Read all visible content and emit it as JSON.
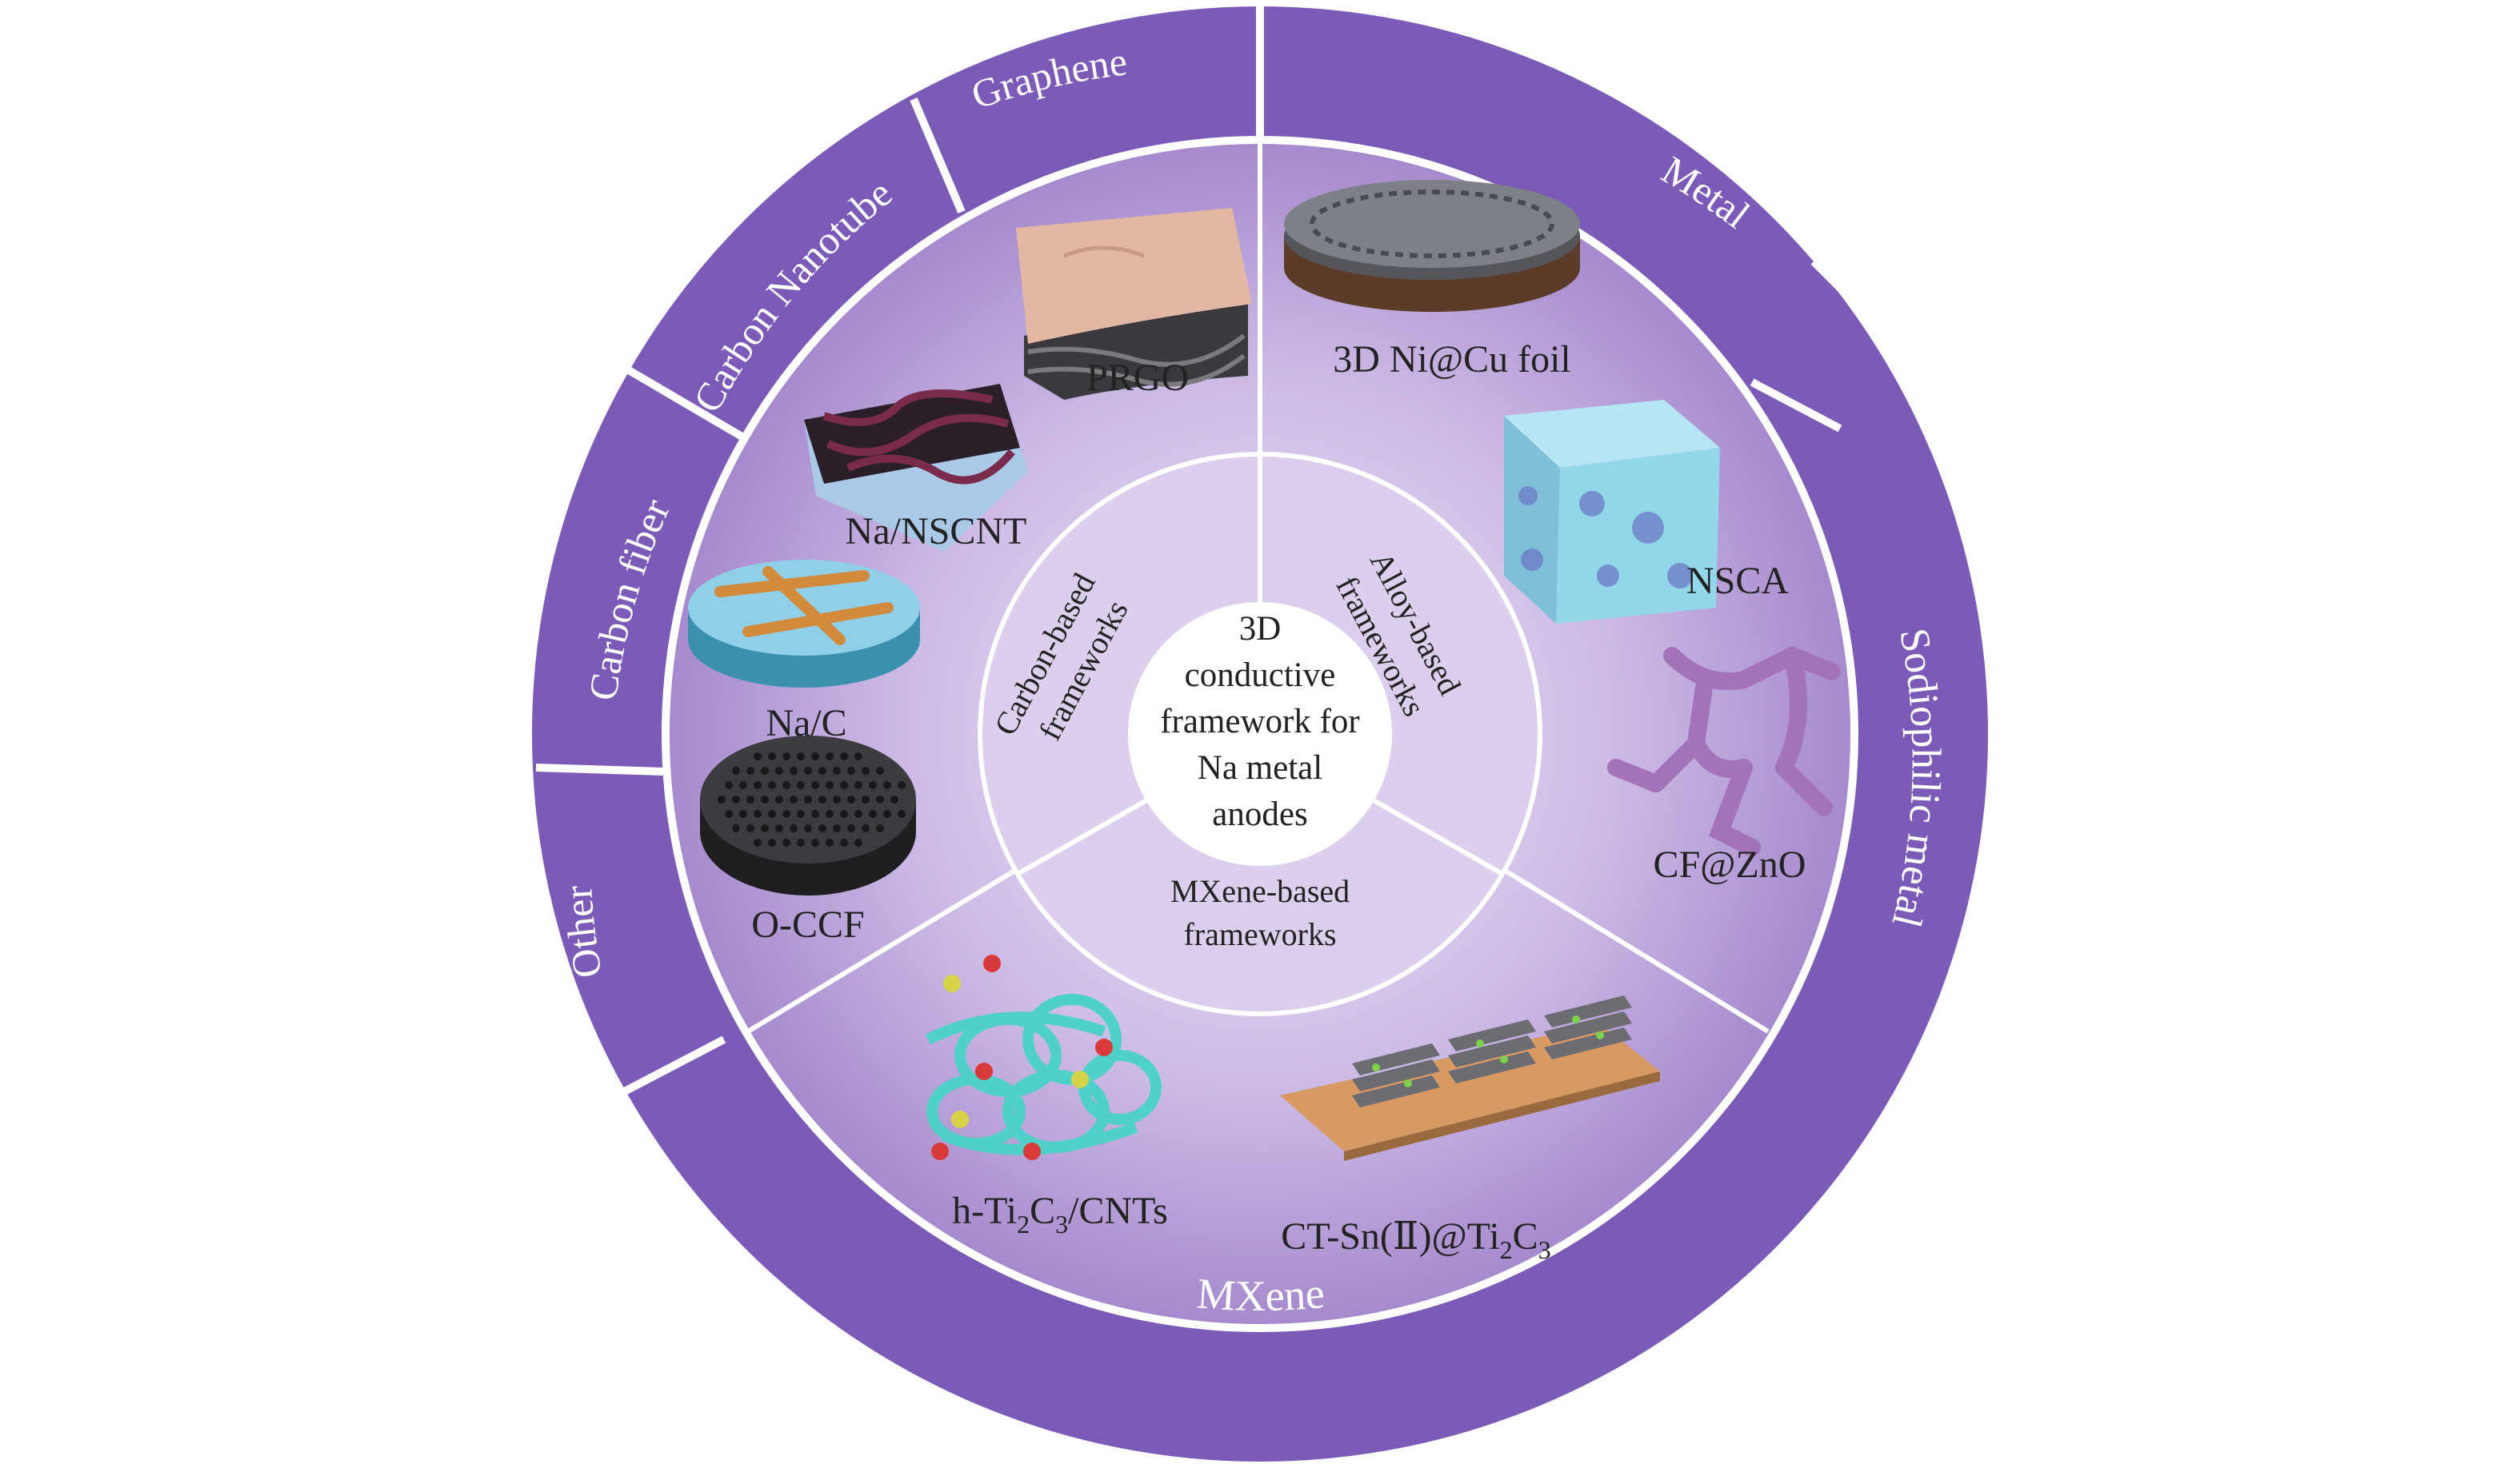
{
  "center": {
    "lines": [
      "3D",
      "conductive",
      "framework for",
      "Na metal",
      "anodes"
    ]
  },
  "inner_ring": {
    "carbon": [
      "Carbon-based",
      "frameworks"
    ],
    "alloy": [
      "Alloy-based",
      "frameworks"
    ],
    "mxene": [
      "MXene-based",
      "frameworks"
    ]
  },
  "outer_ring": {
    "graphene": "Graphene",
    "carbon_nanotube": "Carbon Nanotube",
    "carbon_fiber": "Carbon fiber",
    "other": "Other",
    "metal": "Metal",
    "sodiophilic_metal": "Sodiophilic metal",
    "mxene": "MXene"
  },
  "materials": {
    "prgo": "PRGO",
    "na_nscnt": "Na/NSCNT",
    "na_c": "Na/C",
    "o_ccf": "O-CCF",
    "ni_cu": "3D Ni@Cu foil",
    "nsca": "NSCA",
    "cf_zno": "CF@ZnO",
    "h_ti2c3": {
      "prefix": "h-Ti",
      "sub1": "2",
      "mid": "C",
      "sub2": "3",
      "suffix": "/CNTs"
    },
    "ct_sn": {
      "prefix": "CT-Sn(Ⅱ)@Ti",
      "sub1": "2",
      "mid": "C",
      "sub2": "3"
    }
  },
  "colors": {
    "outer_ring": "#7b5bb7",
    "inner_panel_light": "#ece4f6",
    "inner_panel_dark": "#a98dcf",
    "inner_ring": "#dccfee",
    "center": "#ffffff",
    "divider": "#ffffff"
  }
}
